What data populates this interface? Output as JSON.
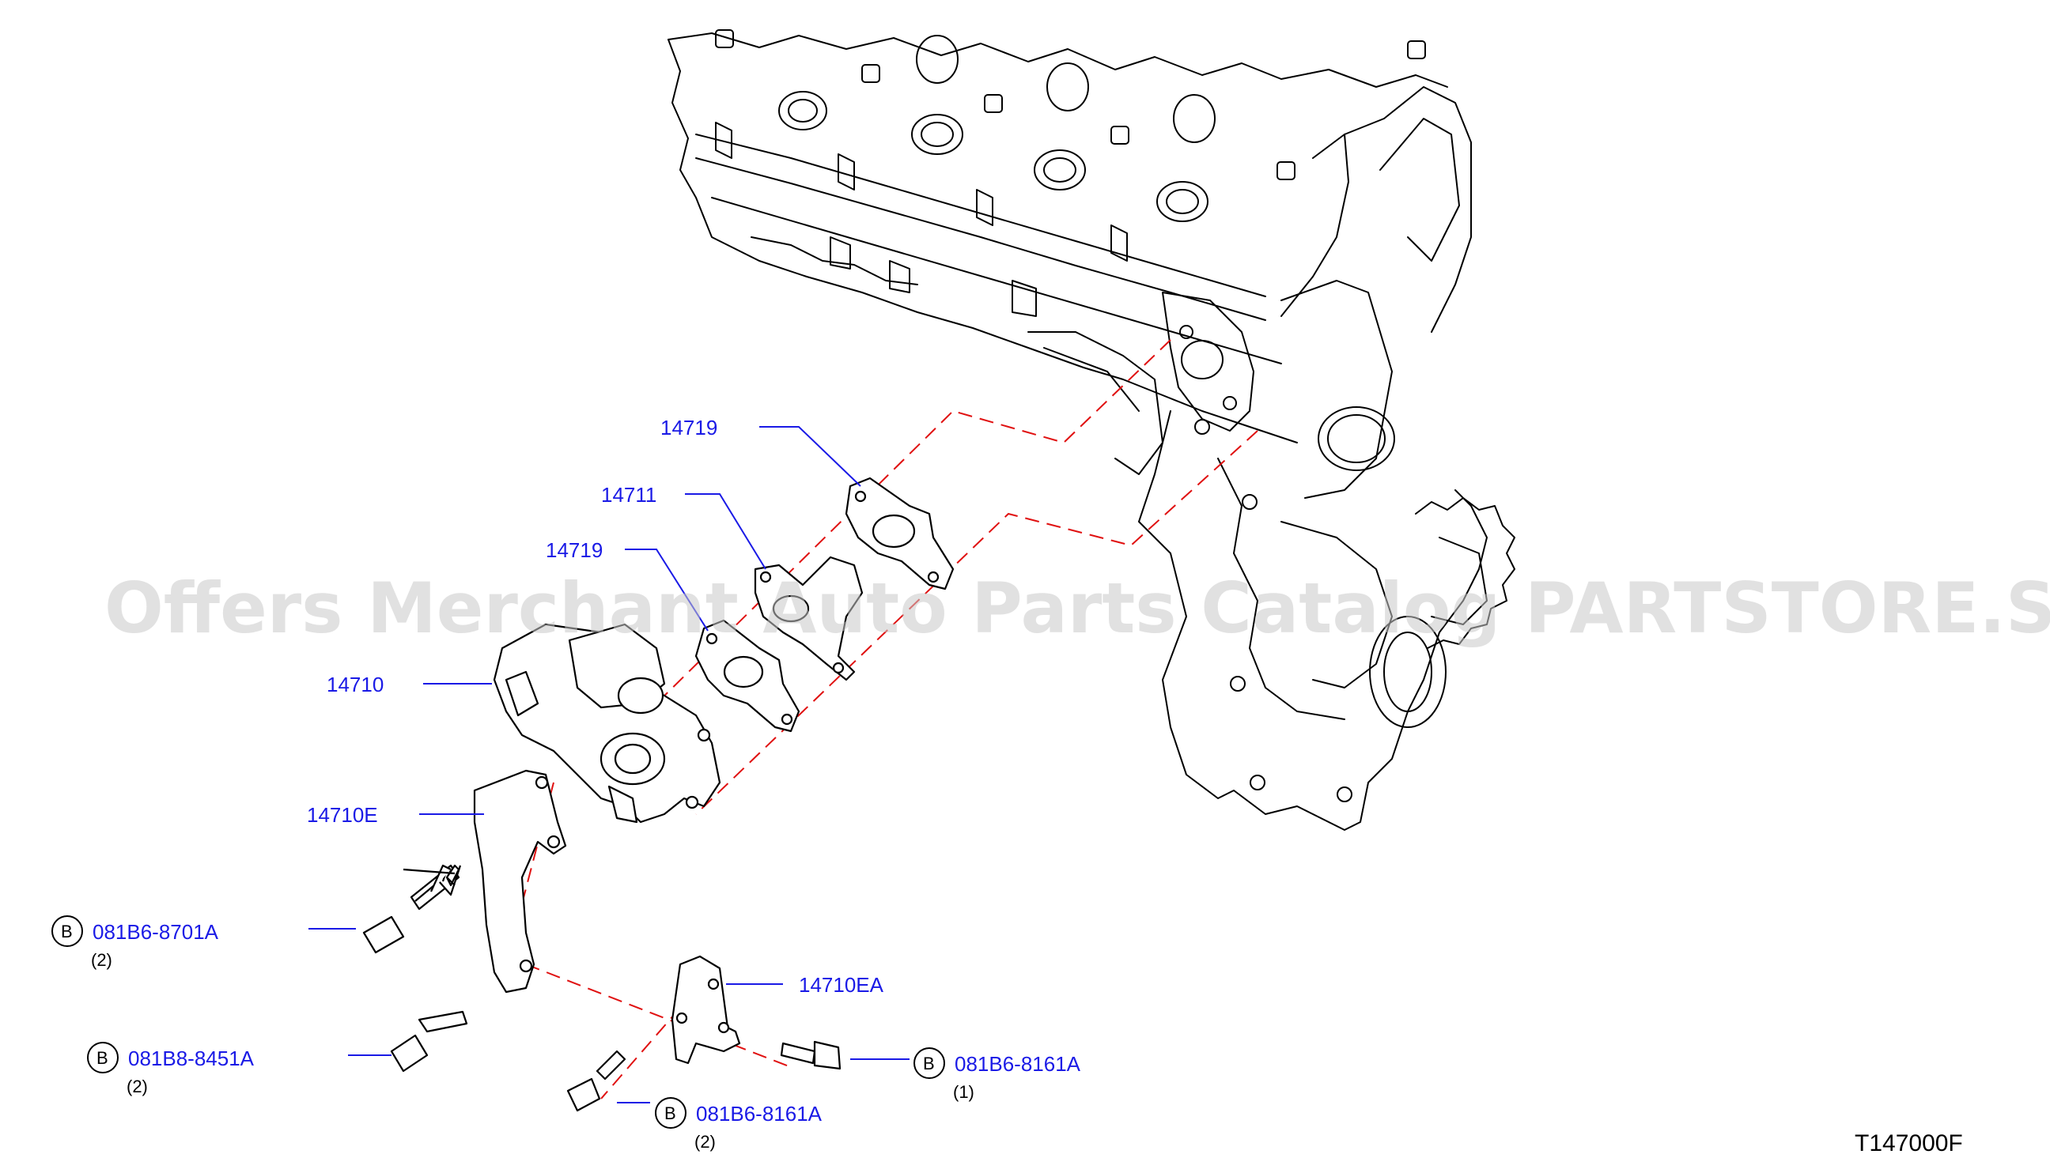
{
  "watermark": "Offers Merchant Auto Parts Catalog PARTSTORE.SA",
  "reference_code": "T147000F",
  "colors": {
    "label": "#1a1ae6",
    "dashed_line": "#e01010",
    "watermark": "#c8c8c8"
  },
  "parts": [
    {
      "id": "p1",
      "number": "14719"
    },
    {
      "id": "p2",
      "number": "14711"
    },
    {
      "id": "p3",
      "number": "14719"
    },
    {
      "id": "p4",
      "number": "14710"
    },
    {
      "id": "p5",
      "number": "14710E"
    },
    {
      "id": "p6",
      "number": "14710EA"
    }
  ],
  "fasteners": [
    {
      "id": "f1",
      "badge": "B",
      "number": "081B6-8701A",
      "qty": "(2)"
    },
    {
      "id": "f2",
      "badge": "B",
      "number": "081B8-8451A",
      "qty": "(2)"
    },
    {
      "id": "f3",
      "badge": "B",
      "number": "081B6-8161A",
      "qty": "(2)"
    },
    {
      "id": "f4",
      "badge": "B",
      "number": "081B6-8161A",
      "qty": "(1)"
    }
  ]
}
